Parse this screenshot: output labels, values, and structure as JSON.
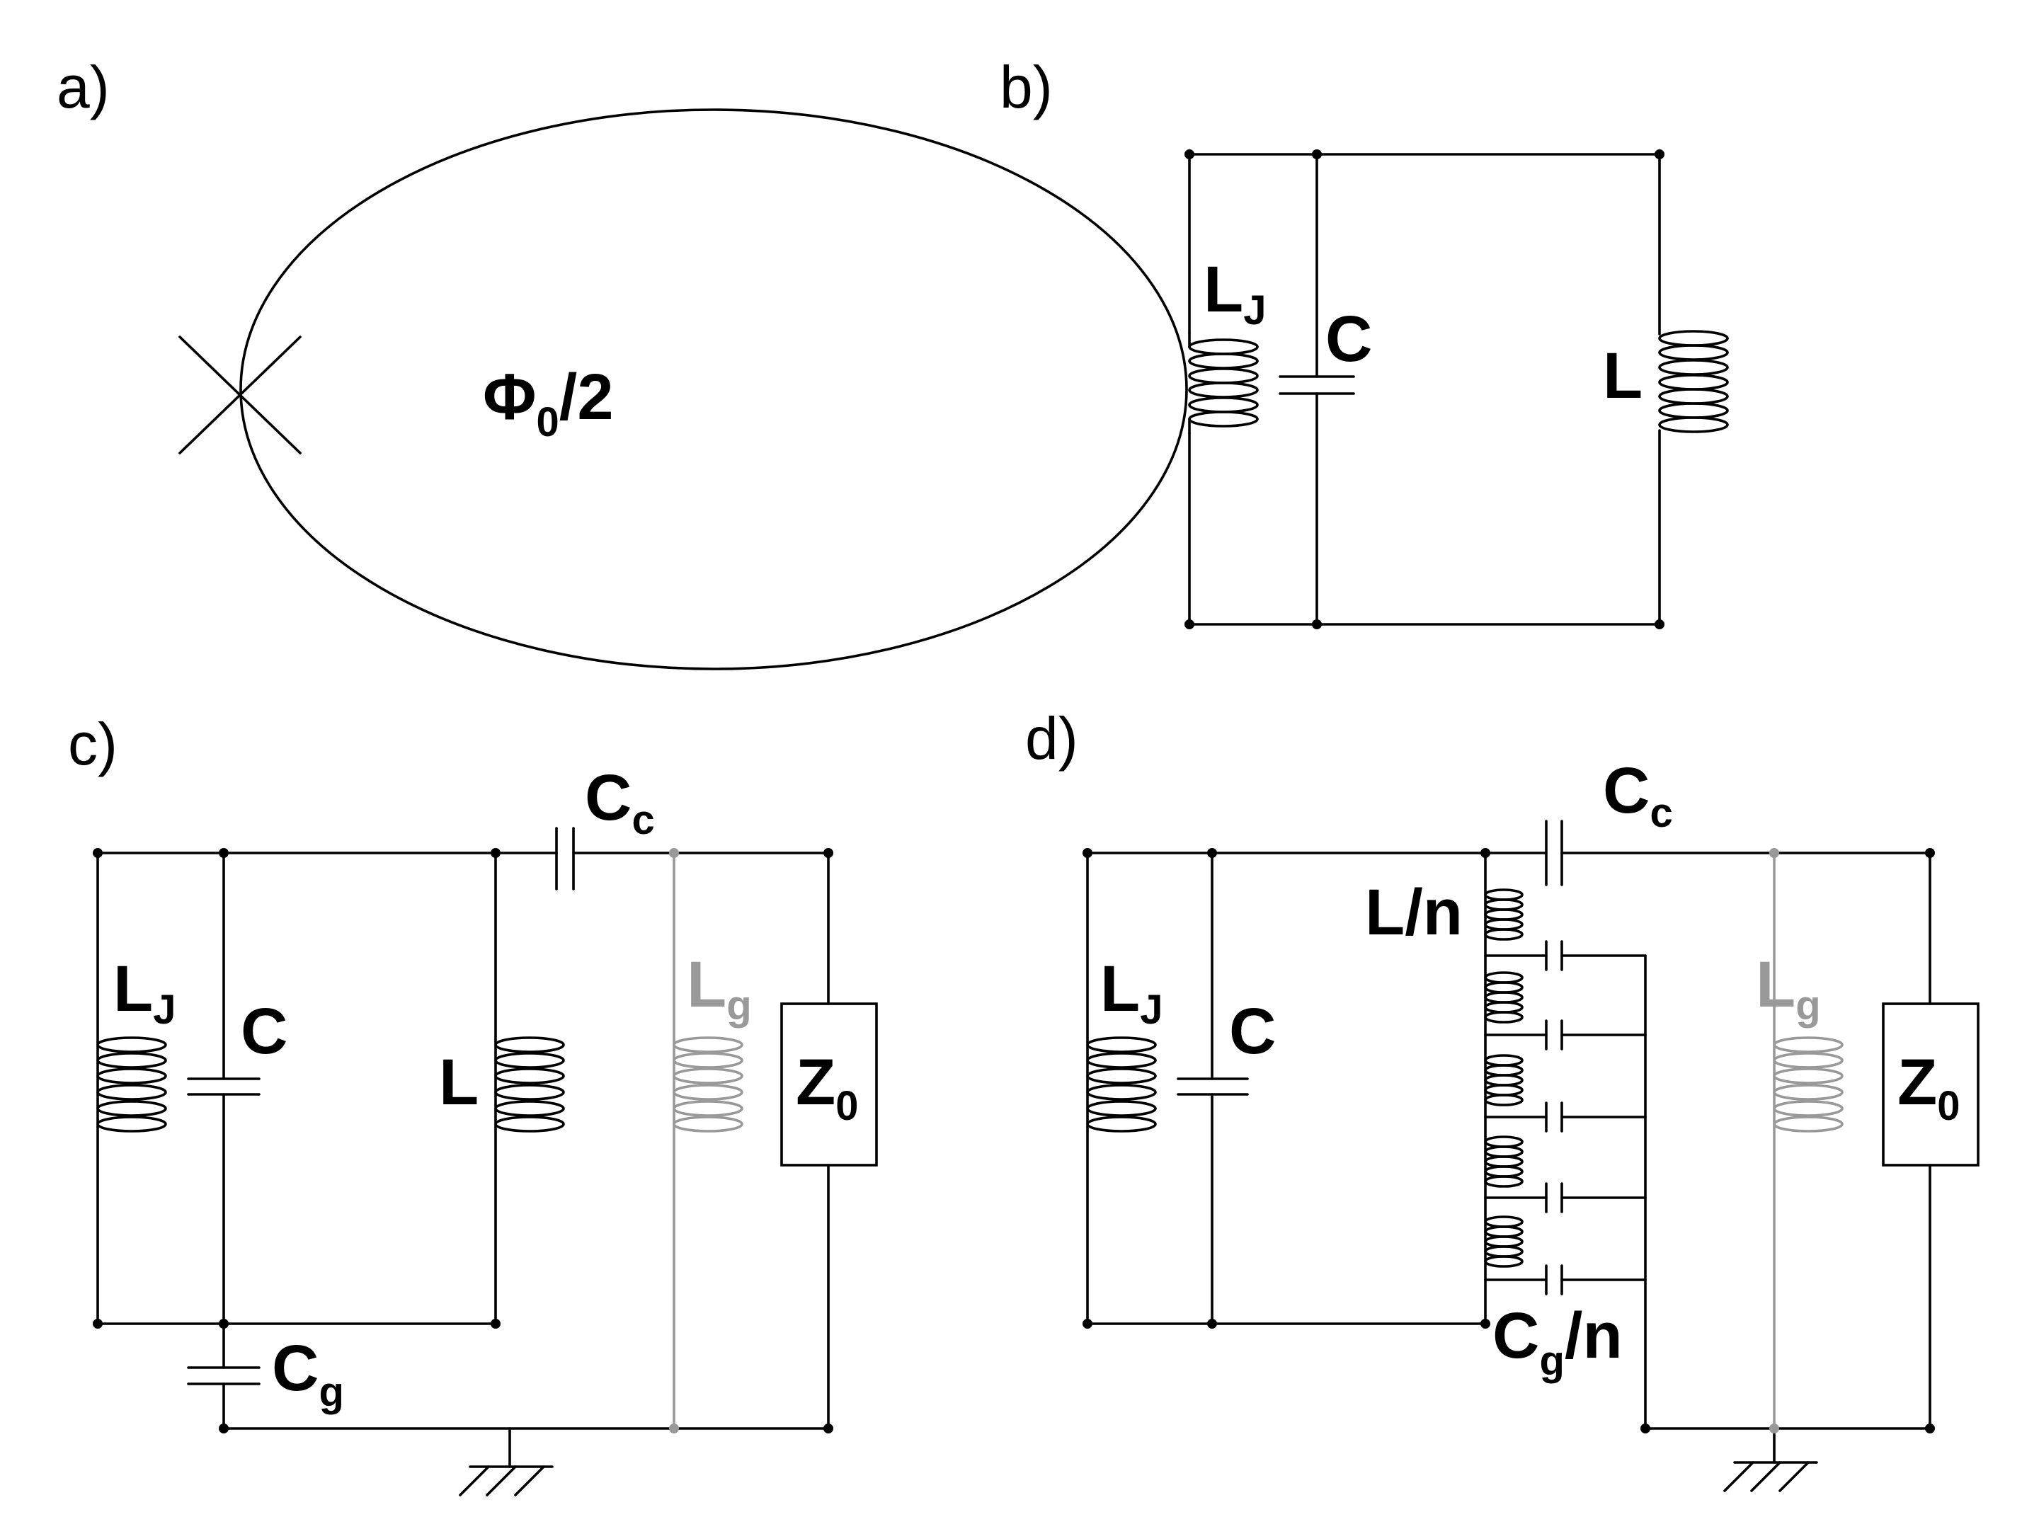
{
  "panels": {
    "a": {
      "label": "a)",
      "flux_main": "Φ",
      "flux_sub": "0",
      "flux_tail": "/2"
    },
    "b": {
      "label": "b)",
      "lj_main": "L",
      "lj_sub": "J",
      "c_label": "C",
      "l_label": "L"
    },
    "c": {
      "label": "c)",
      "lj_main": "L",
      "lj_sub": "J",
      "c_label": "C",
      "l_label": "L",
      "cc_main": "C",
      "cc_sub": "c",
      "lg_main": "L",
      "lg_sub": "g",
      "z_main": "Z",
      "z_sub": "0",
      "cg_main": "C",
      "cg_sub": "g"
    },
    "d": {
      "label": "d)",
      "lj_main": "L",
      "lj_sub": "J",
      "c_label": "C",
      "cc_main": "C",
      "cc_sub": "c",
      "ln_label": "L/n",
      "lg_main": "L",
      "lg_sub": "g",
      "z_main": "Z",
      "z_sub": "0",
      "cgn_main": "C",
      "cgn_sub": "g",
      "cgn_tail": "/n"
    }
  },
  "colors": {
    "wire": "#000000",
    "ground_inductor": "#999999"
  }
}
